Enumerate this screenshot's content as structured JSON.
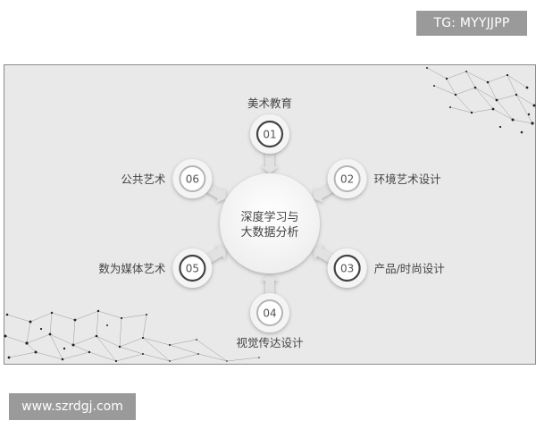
{
  "watermark_top": "TG: MYYJJPP",
  "watermark_bottom": "www.szrdgj.com",
  "diagram": {
    "center": [
      "深度学习与",
      "大数据分析"
    ],
    "nodes": [
      {
        "num": "01",
        "label": "美术教育",
        "style": "dark"
      },
      {
        "num": "02",
        "label": "环境艺术设计",
        "style": "light"
      },
      {
        "num": "03",
        "label": "产品/时尚设计",
        "style": "dark"
      },
      {
        "num": "04",
        "label": "视觉传达设计",
        "style": "light"
      },
      {
        "num": "05",
        "label": "数为媒体艺术",
        "style": "dark"
      },
      {
        "num": "06",
        "label": "公共艺术",
        "style": "light"
      }
    ]
  },
  "colors": {
    "slide_bg": "#e9e9e9",
    "node_dark_ring": "#444444",
    "node_light_ring": "#b5b5b5",
    "arrow": "#e2e2e2"
  }
}
